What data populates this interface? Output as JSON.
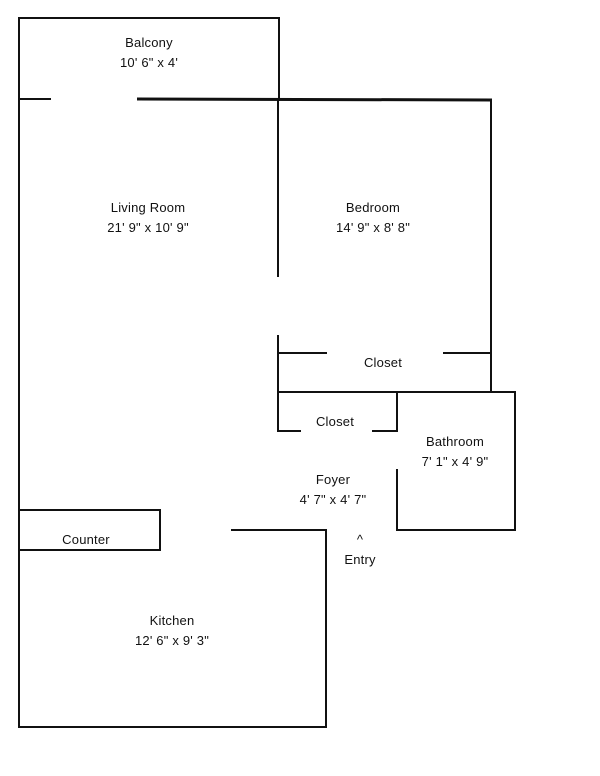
{
  "rooms": {
    "balcony": {
      "name": "Balcony",
      "dims": "10' 6\" x 4'"
    },
    "living_room": {
      "name": "Living Room",
      "dims": "21' 9\" x 10' 9\""
    },
    "bedroom": {
      "name": "Bedroom",
      "dims": "14' 9\" x 8' 8\""
    },
    "closet_1": {
      "name": "Closet"
    },
    "closet_2": {
      "name": "Closet"
    },
    "bathroom": {
      "name": "Bathroom",
      "dims": "7' 1\" x 4' 9\""
    },
    "foyer": {
      "name": "Foyer",
      "dims": "4' 7\" x 4' 7\""
    },
    "counter": {
      "name": "Counter"
    },
    "kitchen": {
      "name": "Kitchen",
      "dims": "12' 6\" x 9' 3\""
    },
    "entry": {
      "arrow": "^",
      "name": "Entry"
    }
  },
  "colors": {
    "line": "#111111",
    "background": "#ffffff"
  }
}
